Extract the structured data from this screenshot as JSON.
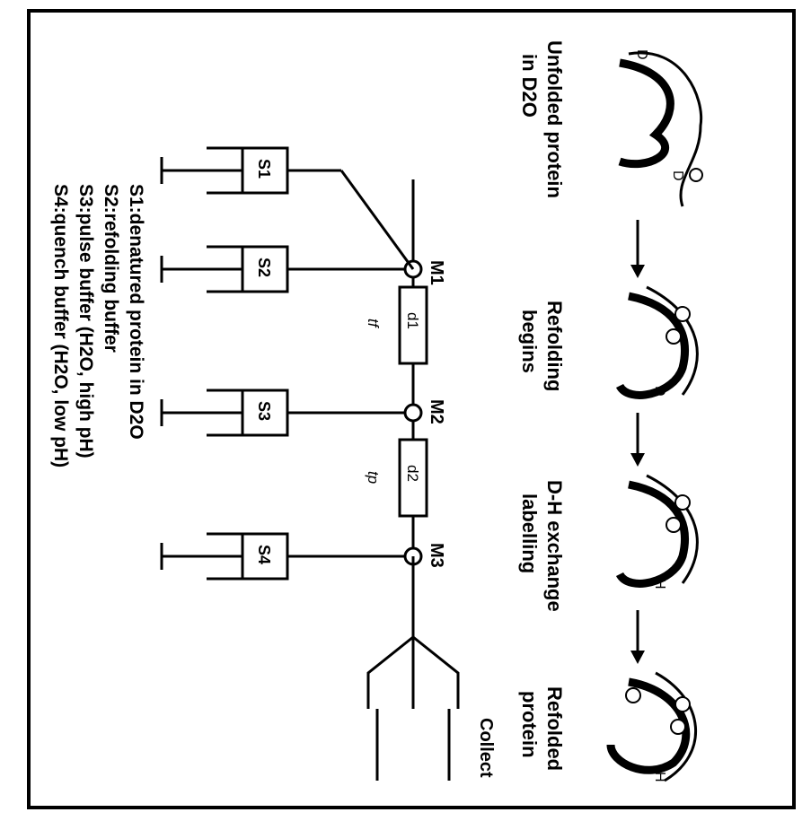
{
  "stages": [
    {
      "label_line1": "Unfolded protein",
      "label_line2": "in D2O"
    },
    {
      "label_line1": "Refolding",
      "label_line2": "begins"
    },
    {
      "label_line1": "D-H exchange",
      "label_line2": "labelling"
    },
    {
      "label_line1": "Refolded",
      "label_line2": "protein"
    }
  ],
  "mixers": {
    "m1": "M1",
    "m2": "M2",
    "m3": "M3"
  },
  "delays": {
    "d1": "d1",
    "d2": "d2",
    "tf": "tf",
    "tp": "tp"
  },
  "syringes": {
    "s1": "S1",
    "s2": "S2",
    "s3": "S3",
    "s4": "S4"
  },
  "collect_label": "Collect",
  "legend": [
    "S1:denatured protein in D2O",
    "S2:refolding buffer",
    "S3:pulse buffer (H2O, high pH)",
    "S4:quench buffer (H2O, low pH)"
  ],
  "protein_markers": {
    "d": "D",
    "h": "H"
  }
}
